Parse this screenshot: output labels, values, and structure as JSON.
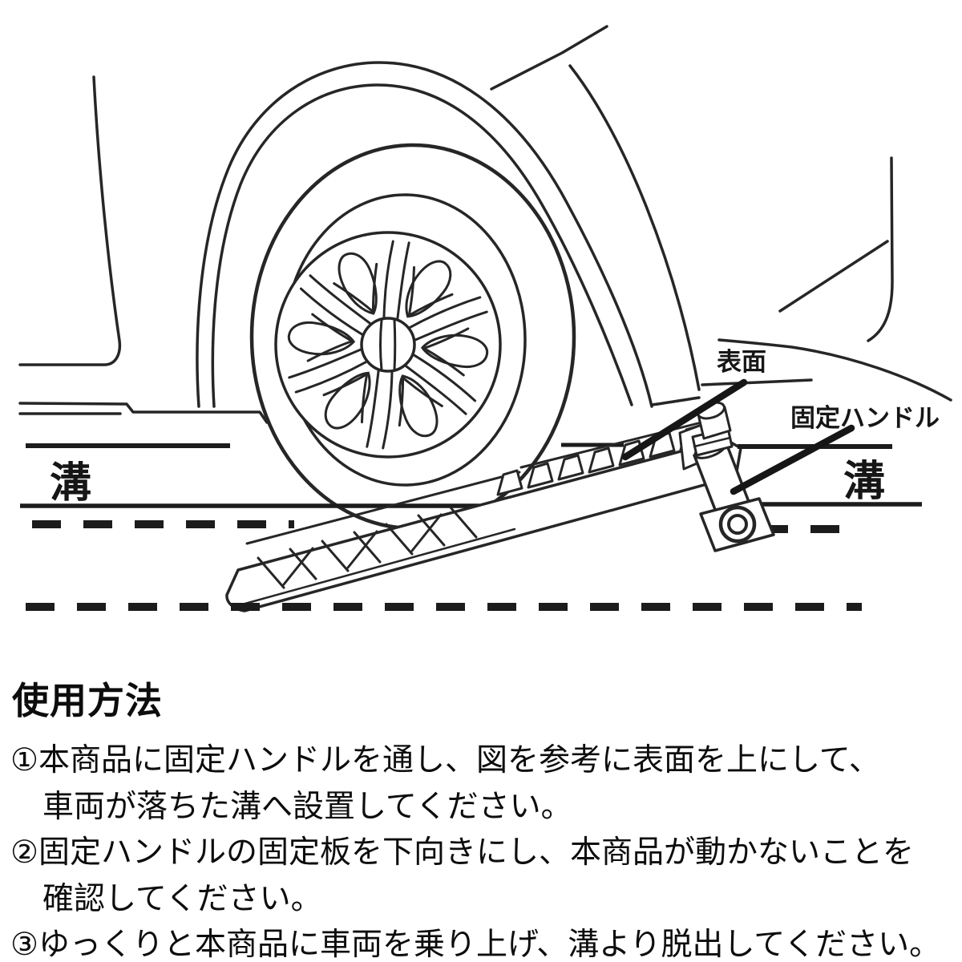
{
  "diagram": {
    "labels": {
      "surface": "表面",
      "fixing_handle": "固定ハンドル",
      "groove_left": "溝",
      "groove_right": "溝"
    },
    "ink_color": "#262626"
  },
  "instructions": {
    "heading": "使用方法",
    "lines": [
      {
        "text": "①本商品に固定ハンドルを通し、図を参考に表面を上にして、"
      },
      {
        "text": "車両が落ちた溝へ設置してください。"
      },
      {
        "text": "②固定ハンドルの固定板を下向きにし、本商品が動かないことを"
      },
      {
        "text": "確認してください。"
      },
      {
        "text": "③ゆっくりと本商品に車両を乗り上げ、溝より脱出してください。"
      }
    ]
  }
}
